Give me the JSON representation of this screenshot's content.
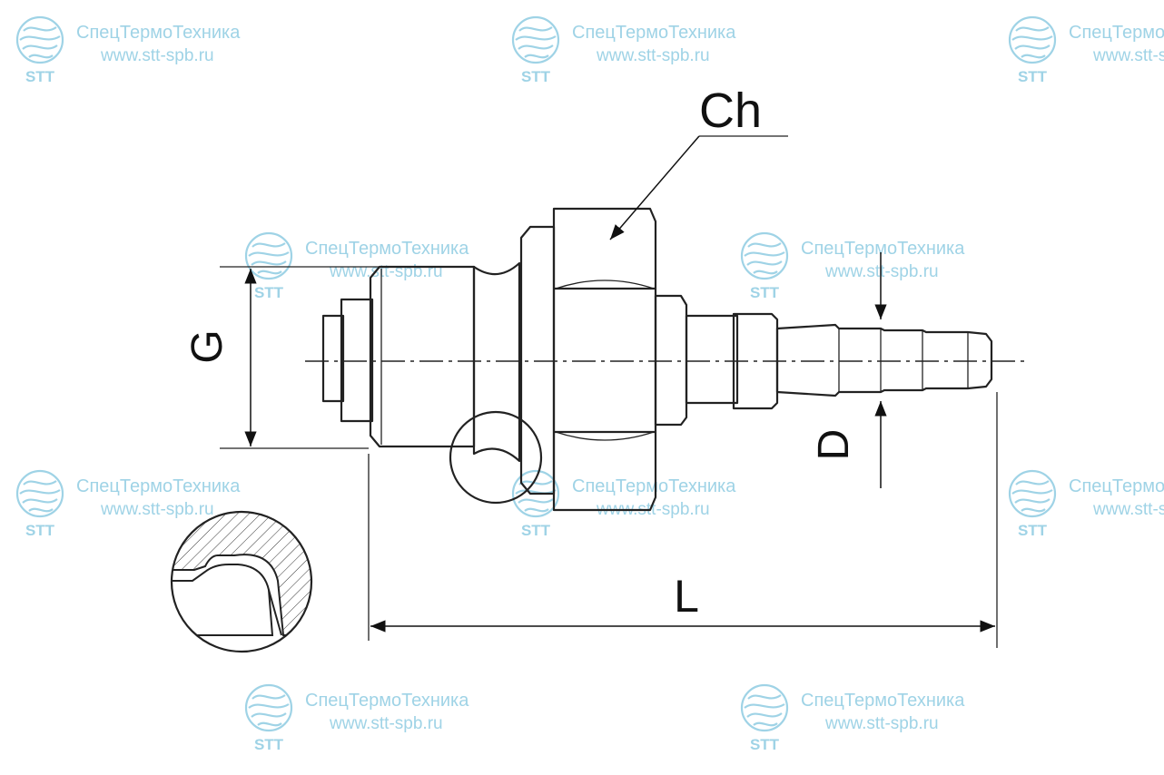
{
  "watermark": {
    "company": "СпецТермоТехника",
    "url": "www.stt-spb.ru",
    "logo_text": "STT",
    "color": "#9fd3e6"
  },
  "dimensions": {
    "hex": "Ch",
    "thread": "G",
    "hose_diameter": "D",
    "length": "L"
  }
}
